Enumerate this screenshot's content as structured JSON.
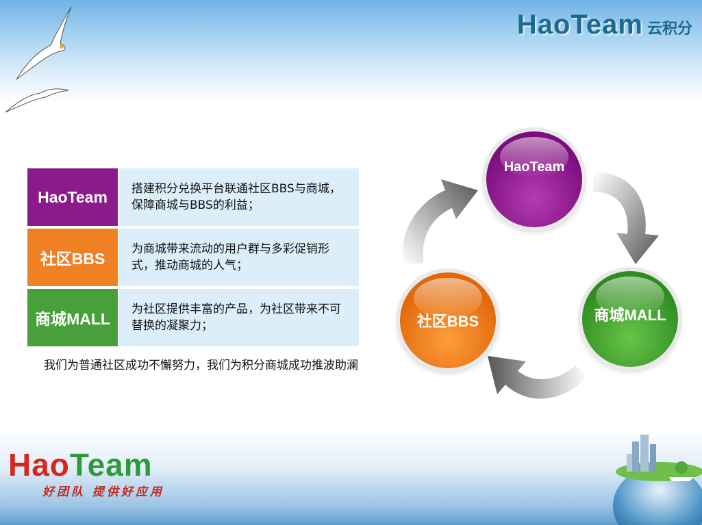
{
  "header": {
    "brand_name": "HaoTeam",
    "brand_sub": "云积分"
  },
  "rows": [
    {
      "label": "HaoTeam",
      "color": "#8b1a8b",
      "desc": "搭建积分兑换平台联通社区BBS与商城，保障商城与BBS的利益；"
    },
    {
      "label": "社区BBS",
      "color": "#f08024",
      "desc": "为商城带来流动的用户群与多彩促销形式，推动商城的人气；"
    },
    {
      "label": "商城MALL",
      "color": "#48a03a",
      "desc": "为社区提供丰富的产品，为社区带来不可替换的凝聚力；"
    }
  ],
  "footnote": "我们为普通社区成功不懈努力，我们为积分商城成功推波助澜",
  "cycle": {
    "nodes": [
      "HaoTeam",
      "社区BBS",
      "商城MALL"
    ]
  },
  "footer": {
    "brand_h": "Hao",
    "brand_t": "Team",
    "slogan": "好团队 提供好应用"
  }
}
